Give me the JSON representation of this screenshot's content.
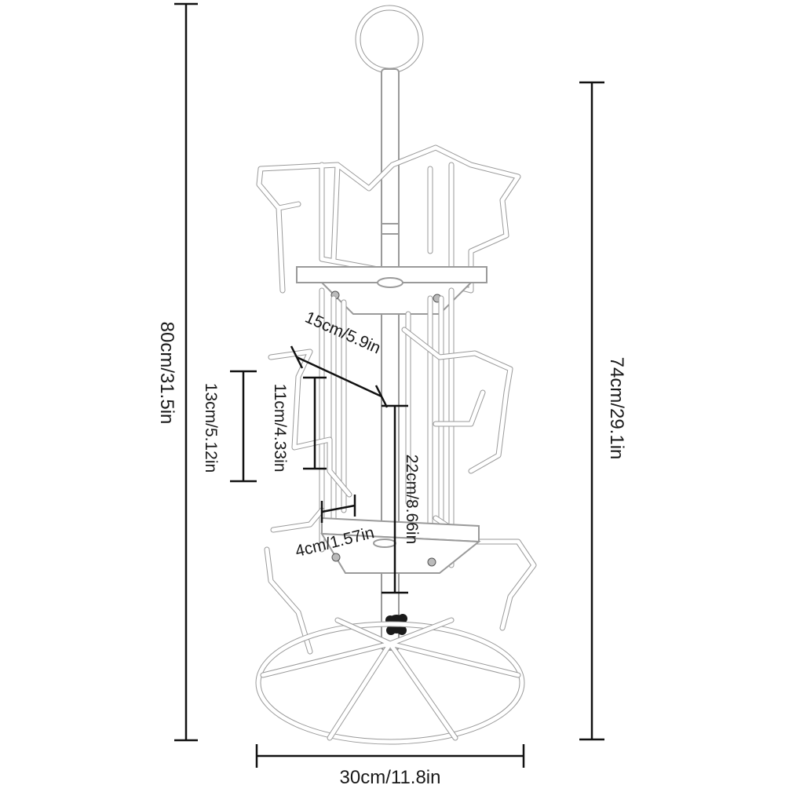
{
  "product": {
    "name": "rotating-wire-display-rack",
    "colors": {
      "wire": "#ffffff",
      "wire_outline": "#9a9a9a",
      "knob": "#1a1a1a",
      "dimension": "#111111"
    }
  },
  "dimensions": {
    "total_height": "80cm/31.5in",
    "rack_height": "74cm/29.1in",
    "base_width": "30cm/11.8in",
    "pocket_width": "15cm/5.9in",
    "pocket_height_outer": "13cm/5.12in",
    "pocket_height_inner": "11cm/4.33in",
    "tier_spacing": "22cm/8.66in",
    "pocket_depth": "4cm/1.57in"
  }
}
